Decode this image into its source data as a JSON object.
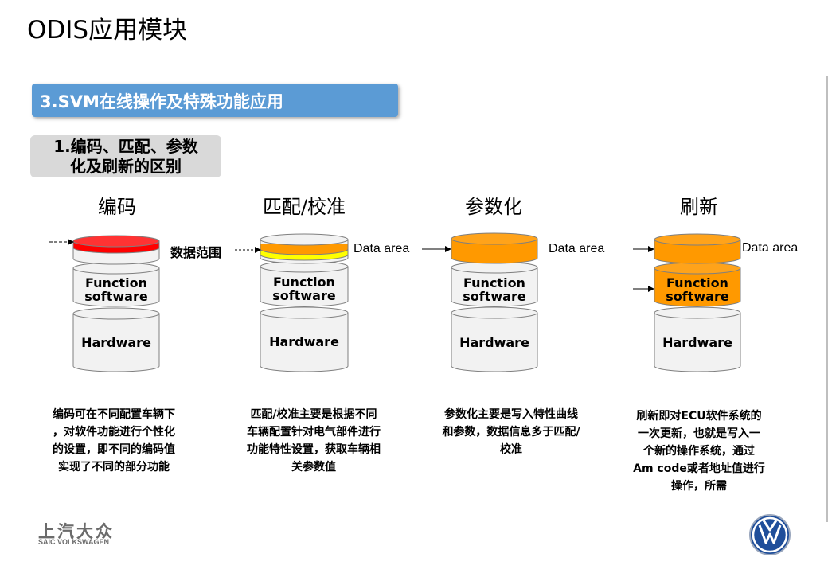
{
  "page_title": "ODIS应用模块",
  "section_title": "3.SVM在线操作及特殊功能应用",
  "sub_title": "1.编码、匹配、参数\n化及刷新的区别",
  "columns": [
    {
      "heading": "编码",
      "desc": "编码可在不同配置车辆下\n，对软件功能进行个性化\n的设置，即不同的编码值\n实现了不同的部分功能"
    },
    {
      "heading": "匹配/校准",
      "desc": "匹配/校准主要是根据不同\n车辆配置针对电气部件进行\n功能特性设置，获取车辆相\n关参数值"
    },
    {
      "heading": "参数化",
      "desc": "参数化主要是写入特性曲线\n和参数，数据信息多于匹配/\n校准"
    },
    {
      "heading": "刷新",
      "desc": "刷新即对ECU软件系统的\n一次更新，也就是写入一\n个新的操作系统，通过\nAm code或者地址值进行\n操作，所需"
    }
  ],
  "labels": {
    "function_software": "Function\nsoftware",
    "hardware": "Hardware",
    "data_area": "Data area",
    "data_range": "数据范围"
  },
  "colors": {
    "banner": "#5b9bd5",
    "red": "#ff0000",
    "yellow": "#ffff00",
    "orange": "#ff9900",
    "cyl_light": "#f2f2f2",
    "cyl_dark": "#d9d9d9"
  },
  "logo": {
    "cn": "上汽大众",
    "en": "SAIC VOLKSWAGEN",
    "vw": "VW"
  }
}
